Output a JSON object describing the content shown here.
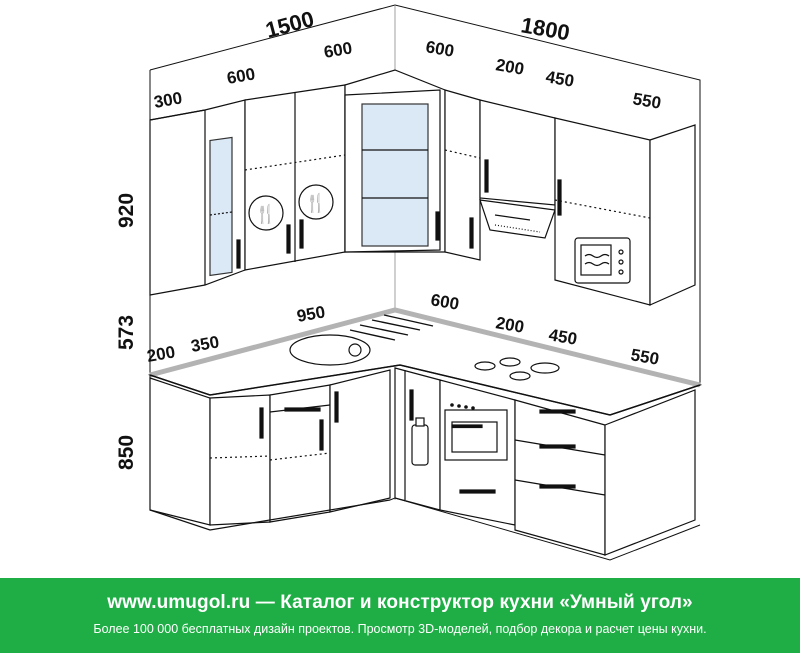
{
  "dimensions": {
    "top_total_left": "1500",
    "top_total_right": "1800",
    "upper_left_300": "300",
    "upper_left_600": "600",
    "upper_corner_600_left": "600",
    "upper_corner_600_right": "600",
    "upper_right_200": "200",
    "upper_right_450": "450",
    "upper_right_550": "550",
    "height_upper": "920",
    "height_gap": "573",
    "height_base": "850",
    "base_left_200": "200",
    "base_left_350": "350",
    "base_left_950": "950",
    "base_right_600": "600",
    "base_right_200": "200",
    "base_right_450": "450",
    "base_right_550": "550"
  },
  "footer": {
    "headline": "www.umugol.ru  —  Каталог и конструктор кухни «Умный угол»",
    "subline": "Более 100 000 бесплатных дизайн проектов. Просмотр 3D-моделей, подбор декора и расчет цены кухни."
  },
  "colors": {
    "footer_bg": "#1fae45",
    "line": "#111111",
    "countertop_edge": "#b3b3b3",
    "glass": "#dbe9f7"
  }
}
